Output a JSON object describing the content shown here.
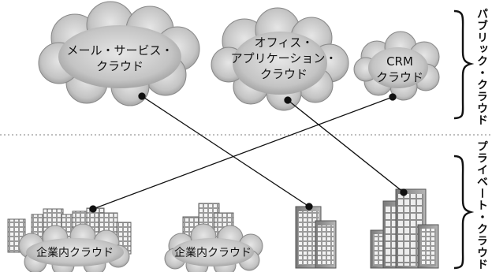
{
  "clouds": {
    "mail": {
      "line1": "メール・サービス・",
      "line2": "クラウド"
    },
    "office": {
      "line1": "オフィス・",
      "line2": "アプリケーション・",
      "line3": "クラウド"
    },
    "crm": {
      "line1": "CRM",
      "line2": "クラウド"
    }
  },
  "enterprise": {
    "left": "企業内クラウド",
    "middle": "企業内クラウド"
  },
  "side_labels": {
    "public": "パブリック・クラウド",
    "private": "プライベート・クラウド"
  }
}
